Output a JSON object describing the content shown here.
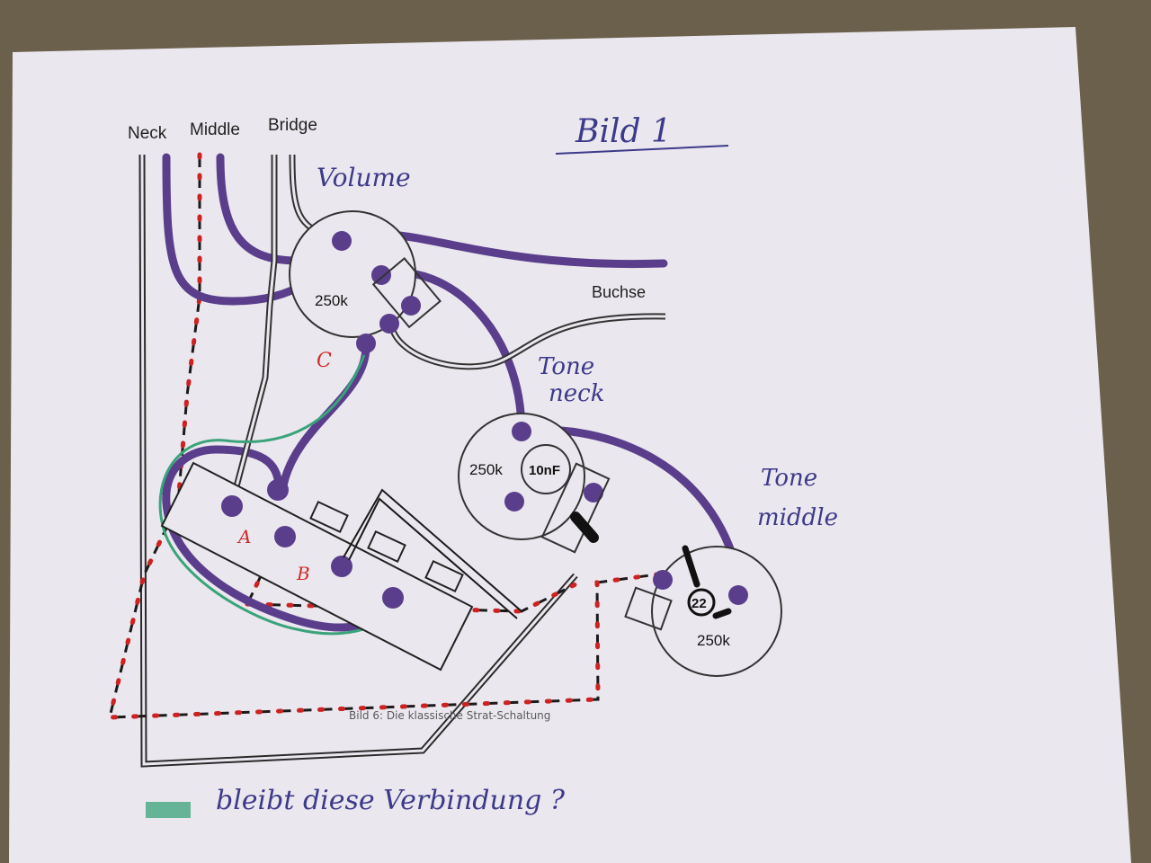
{
  "title": "Bild 1",
  "pickup_labels": {
    "neck": "Neck",
    "middle": "Middle",
    "bridge": "Bridge"
  },
  "pots": {
    "volume": {
      "name": "Volume",
      "value": "250k"
    },
    "tone_neck": {
      "name_line1": "Tone",
      "name_line2": "neck",
      "value": "250k",
      "capacitor": "10nF"
    },
    "tone_middle": {
      "name_line1": "Tone",
      "name_line2": "middle",
      "value": "250k",
      "capacitor": "22"
    }
  },
  "jack_label": "Buchse",
  "switch_markers": {
    "a": "A",
    "b": "B",
    "c": "C"
  },
  "caption": "Bild 6: Die klassische Strat-Schaltung",
  "legend": {
    "text": "bleibt diese Verbindung ?"
  },
  "colors": {
    "wire": "#5a3e8c",
    "ground": "#cc2222",
    "ground_dash": "#1a1a1a",
    "questioned_link": "#3aa37a",
    "paper": "#ece8ef",
    "carpet": "#6b604c"
  }
}
